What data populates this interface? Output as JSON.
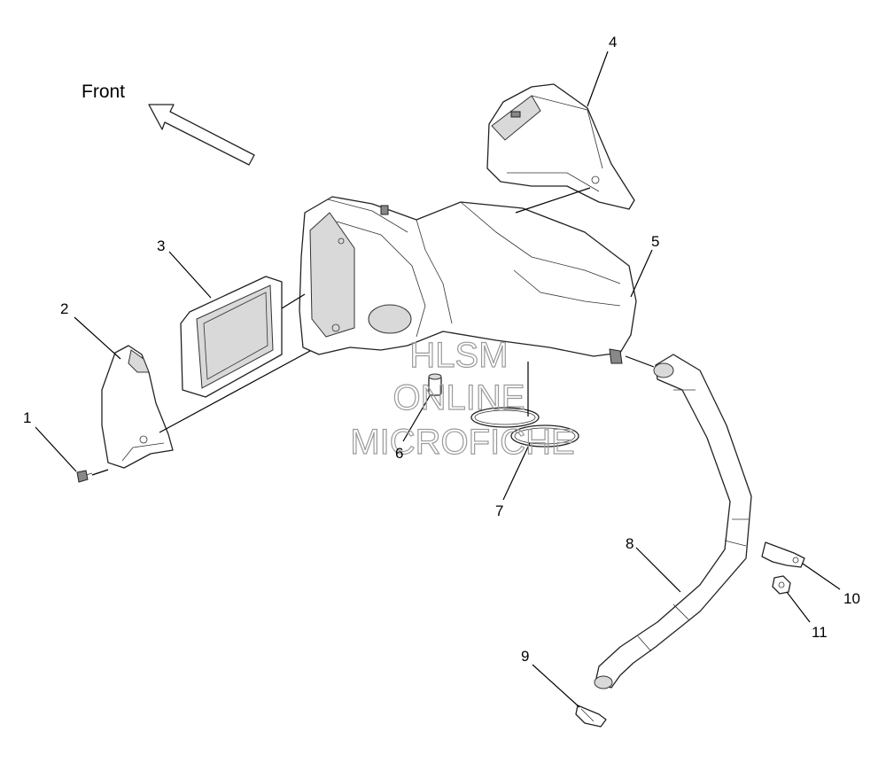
{
  "direction_label": "Front",
  "watermark": {
    "line1": "HLSM",
    "line2": "ONLINE",
    "line3": "MICROFICHE"
  },
  "callouts": [
    {
      "num": "1"
    },
    {
      "num": "2"
    },
    {
      "num": "3"
    },
    {
      "num": "4"
    },
    {
      "num": "5"
    },
    {
      "num": "6"
    },
    {
      "num": "7"
    },
    {
      "num": "8"
    },
    {
      "num": "9"
    },
    {
      "num": "10"
    },
    {
      "num": "11"
    }
  ]
}
